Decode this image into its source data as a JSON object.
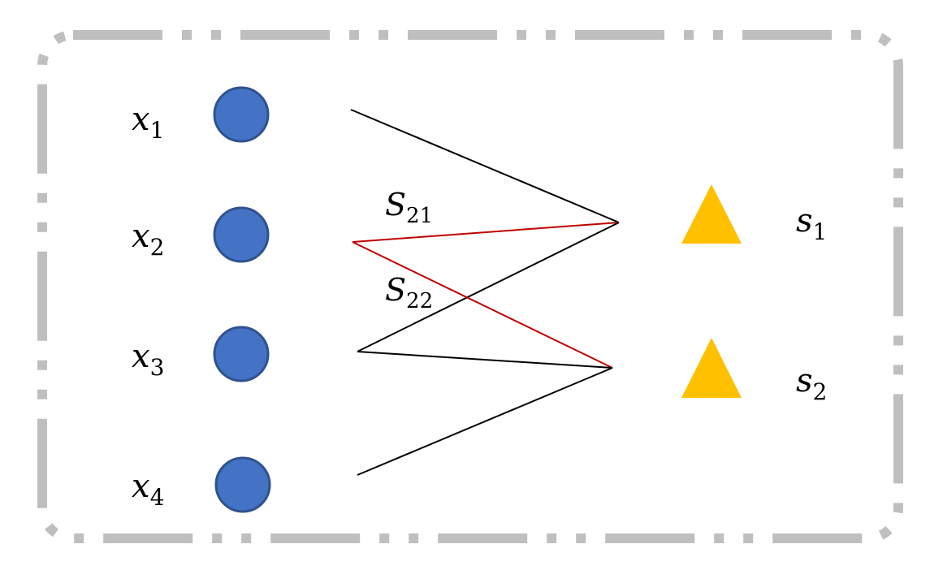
{
  "colors": {
    "frame": "#bfbfbf",
    "input_node_fill": "#4472c4",
    "input_node_stroke": "#2f528f",
    "output_node_fill": "#ffc000",
    "edge": "#000000",
    "highlight_edge": "#c00000"
  },
  "inputs": [
    {
      "label": "x",
      "sub": "1"
    },
    {
      "label": "x",
      "sub": "2"
    },
    {
      "label": "x",
      "sub": "3"
    },
    {
      "label": "x",
      "sub": "4"
    }
  ],
  "outputs": [
    {
      "label": "s",
      "sub": "1"
    },
    {
      "label": "s",
      "sub": "2"
    }
  ],
  "edge_labels": [
    {
      "label": "S",
      "sub": "21"
    },
    {
      "label": "S",
      "sub": "22"
    }
  ],
  "edges": [
    {
      "from": "x1",
      "to": "s1",
      "highlight": false
    },
    {
      "from": "x2",
      "to": "s1",
      "highlight": true
    },
    {
      "from": "x3",
      "to": "s1",
      "highlight": false
    },
    {
      "from": "x2",
      "to": "s2",
      "highlight": true
    },
    {
      "from": "x3",
      "to": "s2",
      "highlight": false
    },
    {
      "from": "x4",
      "to": "s2",
      "highlight": false
    }
  ]
}
